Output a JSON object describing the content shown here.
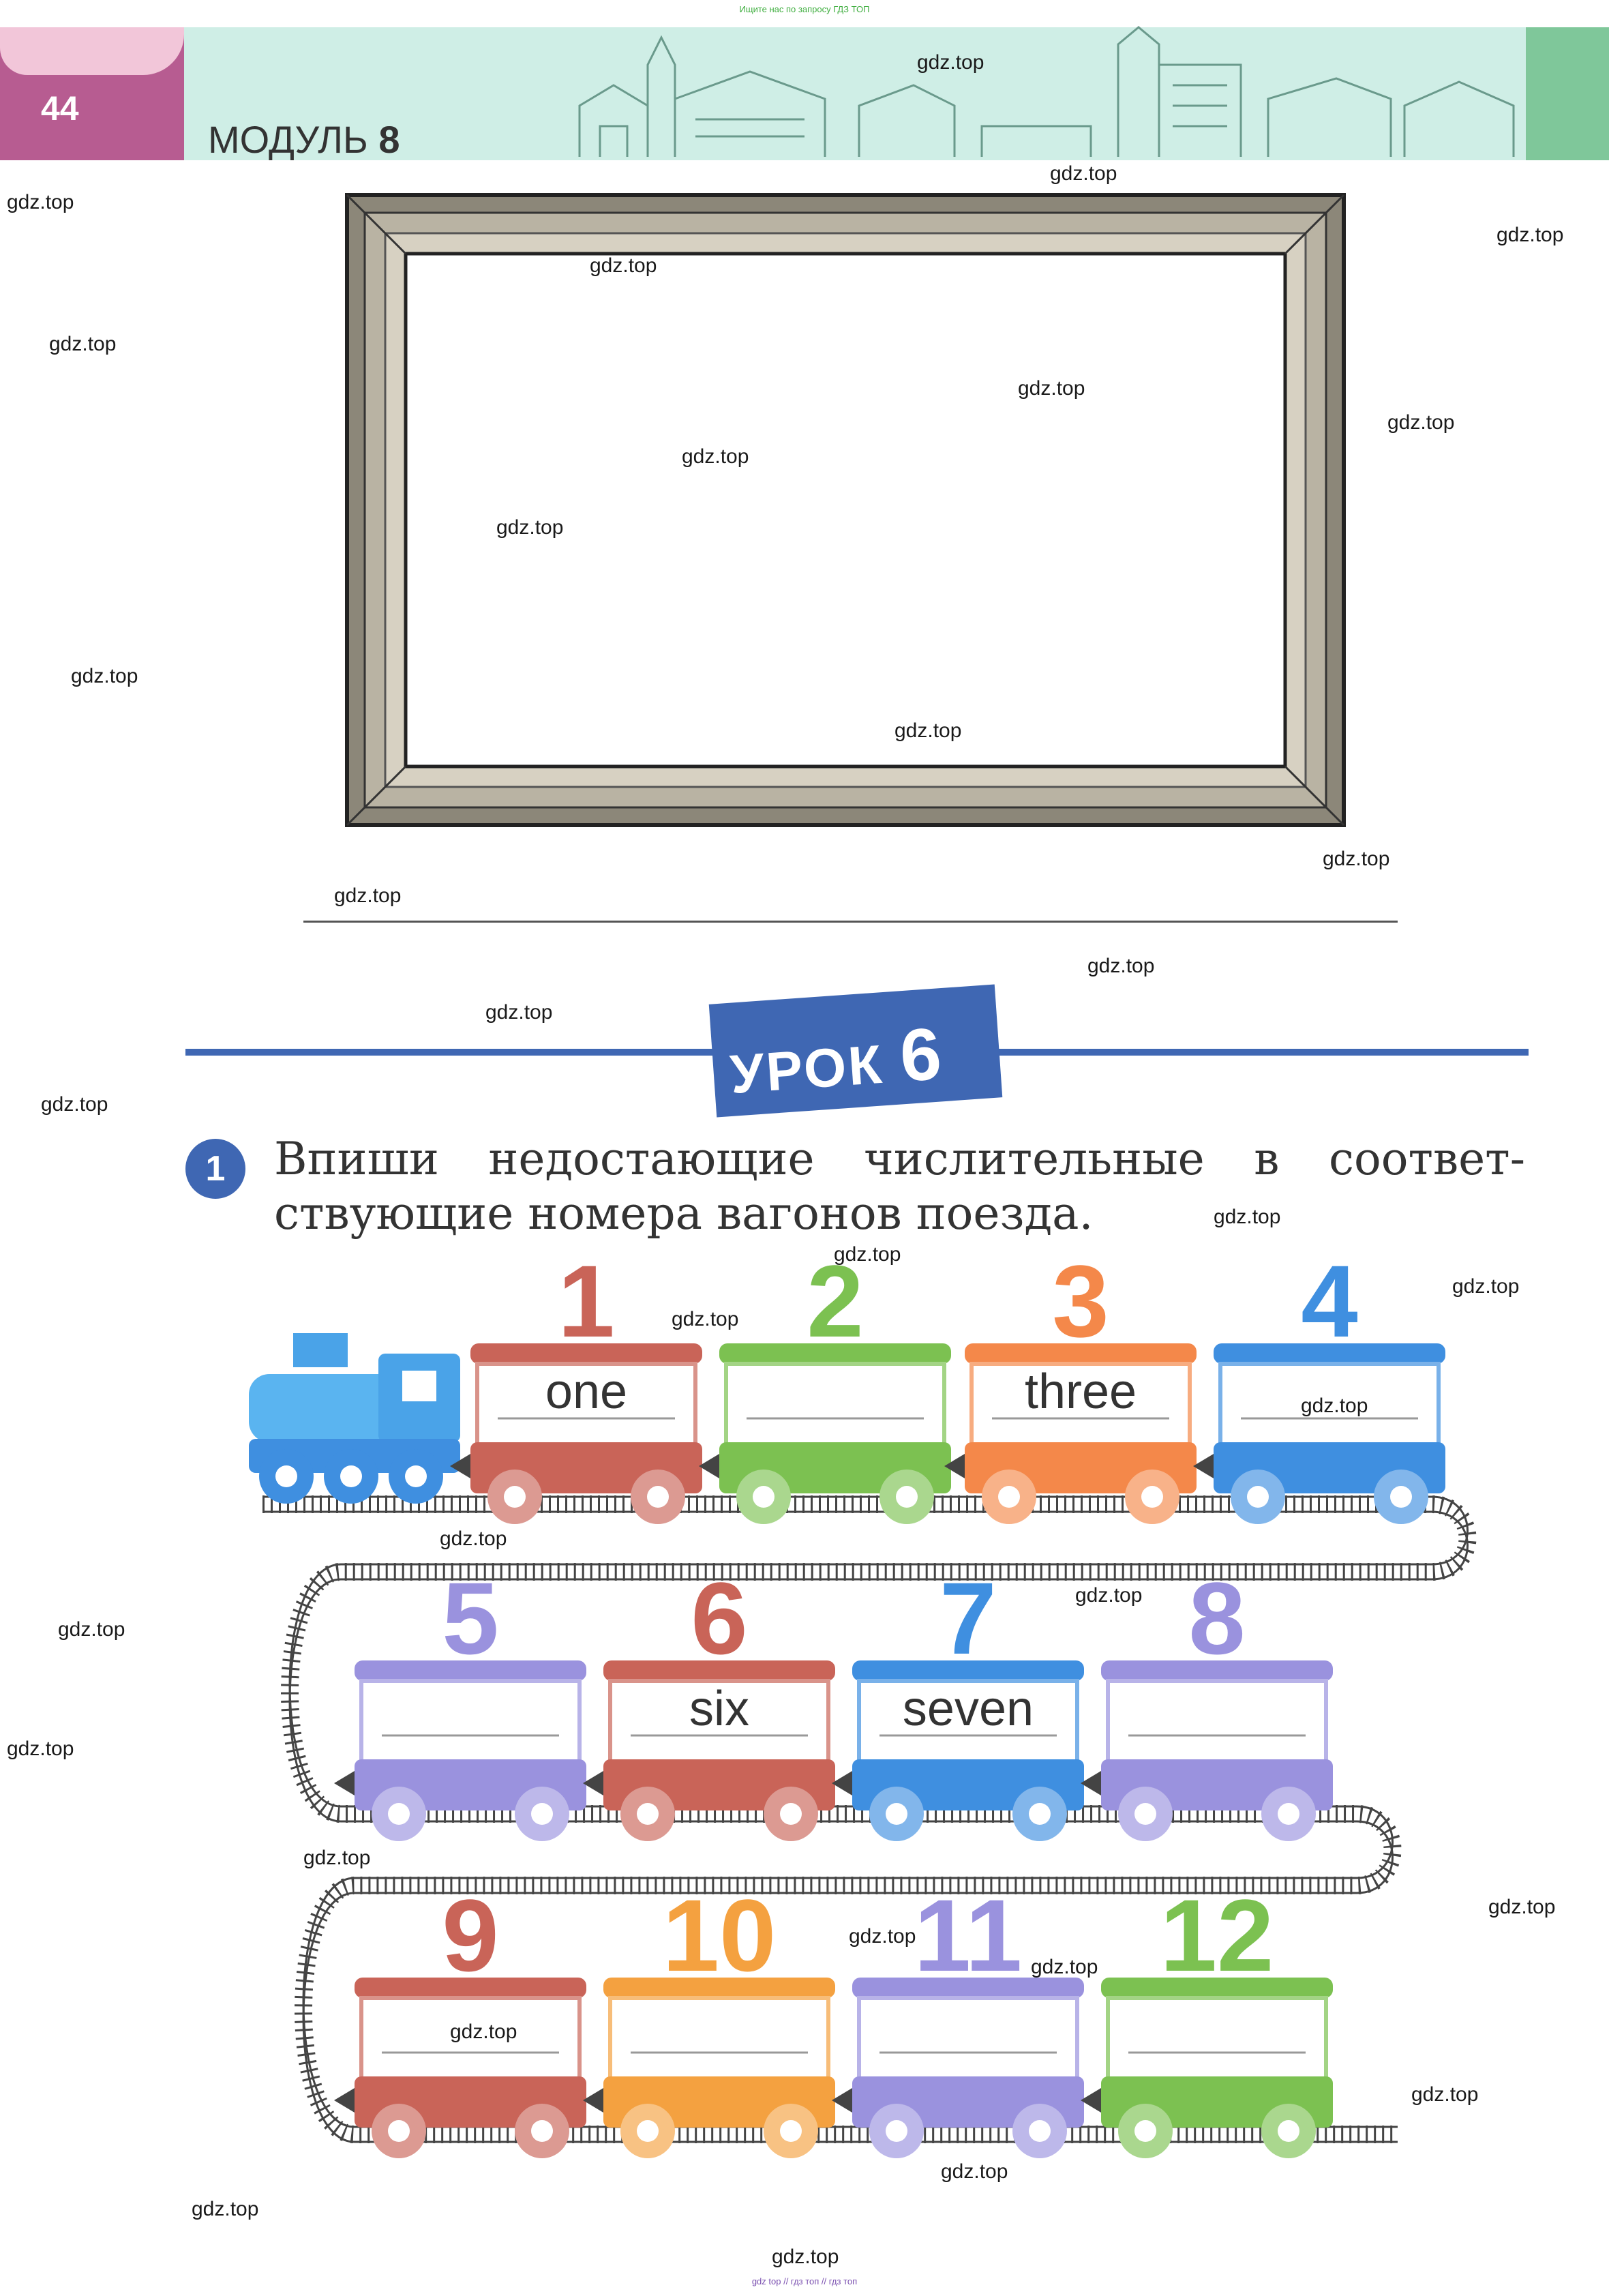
{
  "top_note": "Ищите нас по запросу ГДЗ ТОП",
  "bottom_note": "gdz top // гдз топ // гдз топ",
  "header": {
    "page_number": "44",
    "module_label": "МОДУЛЬ",
    "module_number": "8"
  },
  "lesson": {
    "label": "УРОК",
    "number": "6"
  },
  "task": {
    "number": "1",
    "text": "Впиши недостающие числительные в соответ- ствующие номера вагонов поезда."
  },
  "train": {
    "cars": [
      {
        "number": "1",
        "word": "one",
        "color": "#c96458"
      },
      {
        "number": "2",
        "word": "",
        "color": "#7cc151"
      },
      {
        "number": "3",
        "word": "three",
        "color": "#f4884a"
      },
      {
        "number": "4",
        "word": "",
        "color": "#3f8fe0"
      },
      {
        "number": "5",
        "word": "",
        "color": "#9a92de"
      },
      {
        "number": "6",
        "word": "six",
        "color": "#c96458"
      },
      {
        "number": "7",
        "word": "seven",
        "color": "#3f8fe0"
      },
      {
        "number": "8",
        "word": "",
        "color": "#9a92de"
      },
      {
        "number": "9",
        "word": "",
        "color": "#c96458"
      },
      {
        "number": "10",
        "word": "",
        "color": "#f4a140"
      },
      {
        "number": "11",
        "word": "",
        "color": "#9a92de"
      },
      {
        "number": "12",
        "word": "",
        "color": "#7cc151"
      }
    ]
  },
  "watermark": "gdz.top"
}
